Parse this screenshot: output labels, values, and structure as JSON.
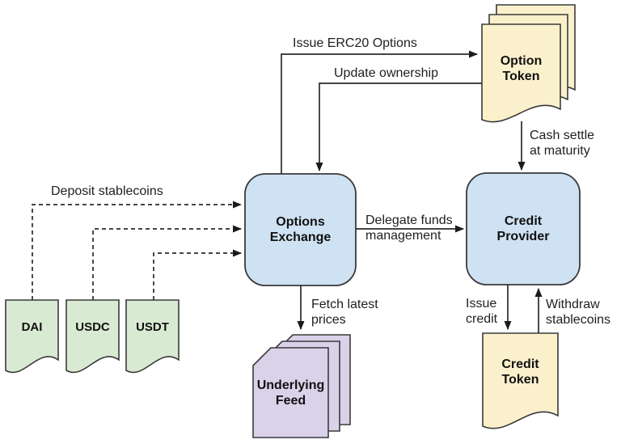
{
  "diagram": {
    "nodes": {
      "options_exchange": {
        "line1": "Options",
        "line2": "Exchange"
      },
      "credit_provider": {
        "line1": "Credit",
        "line2": "Provider"
      },
      "option_token": {
        "line1": "Option",
        "line2": "Token"
      },
      "credit_token": {
        "line1": "Credit",
        "line2": "Token"
      },
      "underlying_feed": {
        "line1": "Underlying",
        "line2": "Feed"
      },
      "dai": {
        "label": "DAI"
      },
      "usdc": {
        "label": "USDC"
      },
      "usdt": {
        "label": "USDT"
      }
    },
    "edges": {
      "issue_erc20": {
        "label": "Issue ERC20 Options"
      },
      "update_ownership": {
        "label": "Update ownership"
      },
      "cash_settle": {
        "line1": "Cash settle",
        "line2": "at maturity"
      },
      "deposit_stablecoins": {
        "label": "Deposit stablecoins"
      },
      "delegate_funds": {
        "line1": "Delegate funds",
        "line2": "management"
      },
      "fetch_prices": {
        "line1": "Fetch latest",
        "line2": "prices"
      },
      "issue_credit": {
        "line1": "Issue",
        "line2": "credit"
      },
      "withdraw_stablecoins": {
        "line1": "Withdraw",
        "line2": "stablecoins"
      }
    },
    "colors": {
      "process_fill": "#cfe2f3",
      "token_fill": "#fbf0cc",
      "stablecoin_fill": "#d9ead3",
      "feed_fill": "#d9d2e9",
      "line": "#2b2b2b"
    }
  }
}
